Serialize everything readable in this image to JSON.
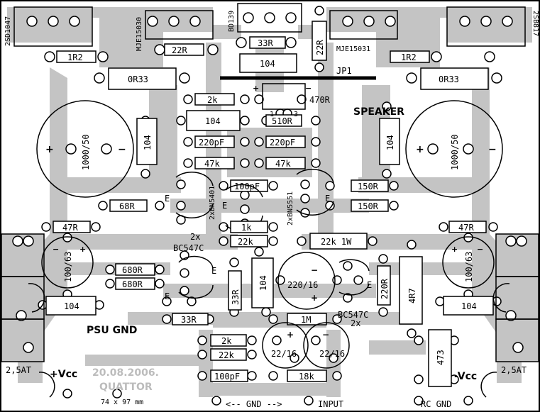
{
  "transistors": {
    "t1": "2SD1047",
    "t2": "MJE15030",
    "t3": "BD139",
    "t4": "MJE15031",
    "t5": "2SB817"
  },
  "resistors": {
    "r1r2_left": "1R2",
    "r22r_left": "22R",
    "r33r": "33R",
    "r22r_vert": "22R",
    "r1r2_right": "1R2",
    "r0r33_left": "0R33",
    "r0r33_right": "0R33",
    "r2k": "2k",
    "r510r": "510R",
    "r470r": "470R",
    "r47k_left": "47k",
    "r47k_right": "47k",
    "r150r_1": "150R",
    "r150r_2": "150R",
    "r68r": "68R",
    "r1k": "1k",
    "r22k_mid": "22k",
    "r22k_1w": "22k 1W",
    "r47r_left": "47R",
    "r47r_right": "47R",
    "r680r_1": "680R",
    "r680r_2": "680R",
    "r33r_vert": "33R",
    "r220r": "220R",
    "r4r7": "4R7",
    "r33r_bottom": "33R",
    "r1m": "1M",
    "r2k_bottom": "2k",
    "r22k_bottom": "22k",
    "r18k": "18k"
  },
  "capacitors": {
    "c104_top": "104",
    "c104_mid": "104",
    "c104_left": "104",
    "c104_right": "104",
    "c220pf_1": "220pF",
    "c220pf_2": "220pF",
    "c100pf_mid": "100pF",
    "c100pf_bottom": "100pF",
    "c1000_left": "1000/50",
    "c1000_right": "1000/50",
    "c100_63_left": "100/63",
    "c100_63_right": "100/63",
    "c104_psu_left": "104",
    "c104_psu_right": "104",
    "c104_vert": "104",
    "c220_16": "220/16",
    "c22_16_left": "22/16",
    "c22_16_right": "22/16",
    "c473": "473"
  },
  "labels": {
    "jp1": "JP1",
    "speaker": "SPEAKER",
    "dual_2n5401": "2xBN5401",
    "dual_2n5551": "2xBN5551",
    "bc547c_left_a": "2x",
    "bc547c_left_b": "BC547C",
    "bc547c_right_a": "BC547C",
    "bc547c_right_b": "2x",
    "psu_gnd": "PSU GND",
    "fuse_left": "2,5AT",
    "fuse_right": "2,5AT",
    "vcc_pos": "+Vcc",
    "vcc_neg": "-Vcc",
    "date": "20.08.2006.",
    "author": "QUATTOR",
    "size": "74 x 97 mm",
    "gnd_arrow": "<-- GND -->",
    "input": "INPUT",
    "rc_gnd": "RC GND",
    "jp_pin1": "1",
    "jp_pin3": "3",
    "emitter": "E"
  }
}
